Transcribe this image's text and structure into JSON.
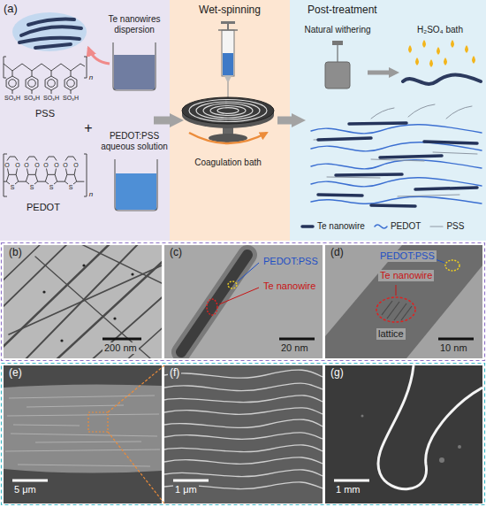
{
  "diagram": {
    "nodes": [
      {
        "text": [
          "(a)"
        ]
      },
      {
        "text": [
          "PSS",
          "PEDOT"
        ],
        "in": 0
      },
      {
        "text": [
          "Te nanowires dispersion"
        ],
        "in": 1
      },
      {
        "text": [
          "PEDOT:PSS aqueous solution"
        ],
        "in": 1
      },
      {
        "text": [
          "Wet-spinning"
        ],
        "in": 0
      },
      {
        "text": [
          "Coagulation bath"
        ],
        "in": 4
      },
      {
        "text": [
          "Post-treatment"
        ],
        "in": 0
      },
      {
        "text": [
          "Natural withering"
        ],
        "in": 6
      },
      {
        "text": [
          "H₂SO₄ bath"
        ],
        "in": 6
      },
      {
        "text": [
          "(b)",
          "200 nm"
        ]
      },
      {
        "text": [
          "(c)",
          "PEDOT:PSS",
          "Te nanowire",
          "20 nm"
        ]
      },
      {
        "text": [
          "(d)",
          "PEDOT:PSS",
          "Te nanowire",
          "lattice",
          "10 nm"
        ]
      },
      {
        "text": [
          "(e)",
          "5 μm"
        ]
      },
      {
        "text": [
          "(f)",
          "1 μm"
        ]
      },
      {
        "text": [
          "(g)",
          "1 mm"
        ]
      }
    ],
    "edges": [
      {
        "from": 1,
        "to": 4,
        "arrow": "to"
      },
      {
        "from": 4,
        "to": 6,
        "arrow": "to"
      },
      {
        "from": 7,
        "to": 8,
        "arrow": "to"
      },
      {
        "from": 12,
        "to": 13,
        "arrow": "none"
      }
    ],
    "labels": [
      "SO₃H",
      "SO₃H",
      "SO₃H",
      "SO₃H",
      "n",
      "+",
      "O",
      "O",
      "O",
      "O",
      "O",
      "O",
      "O",
      "O",
      "S",
      "S",
      "S",
      "S",
      "n"
    ],
    "legend": [
      {
        "text": "Te nanowire"
      },
      {
        "text": "PEDOT"
      },
      {
        "text": "PSS"
      }
    ]
  }
}
